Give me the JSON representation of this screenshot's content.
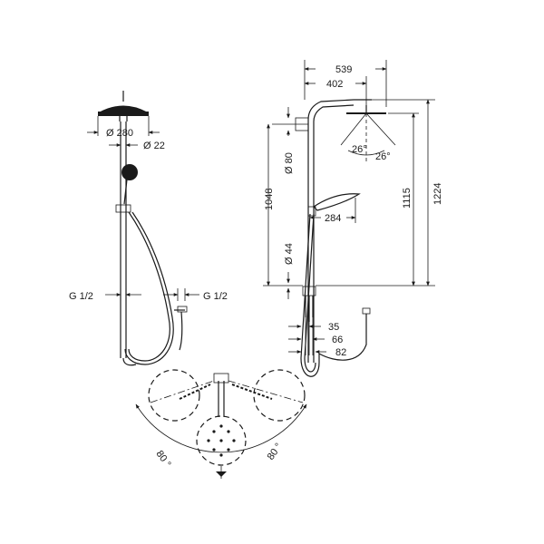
{
  "front_view": {
    "head_diameter": "Ø 280",
    "pipe_diameter": "Ø 22",
    "connection_left": "G 1/2",
    "connection_right": "G 1/2"
  },
  "side_view": {
    "arm_length_outer": "539",
    "arm_length_inner": "402",
    "spray_angle_1": "26°",
    "spray_angle_2": "26°",
    "wall_spacing": "Ø 80",
    "lower_spacing": "Ø 44",
    "rail_height": "1048",
    "handshower_reach": "284",
    "head_height": "1115",
    "total_height": "1224",
    "offset_1": "35",
    "offset_2": "66",
    "offset_3": "82"
  },
  "top_view": {
    "swivel_left": "80 °",
    "swivel_right": "80 °"
  }
}
